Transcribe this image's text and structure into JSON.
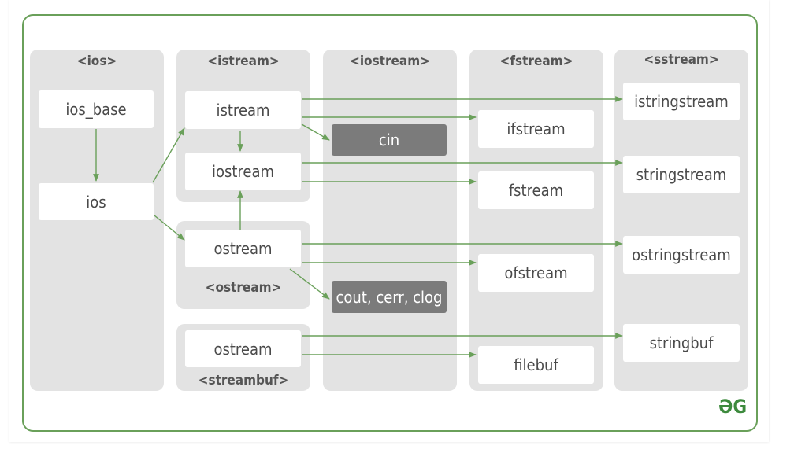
{
  "headers": {
    "ios": "<ios>",
    "istream": "<istream>",
    "iostream": "<iostream>",
    "fstream": "<fstream>",
    "sstream": "<sstream>",
    "ostream": "<ostream>",
    "streambuf": "<streambuf>"
  },
  "nodes": {
    "ios_base": "ios_base",
    "ios": "ios",
    "istream": "istream",
    "iostream": "iostream",
    "ostream": "ostream",
    "streambuf_ostream": "ostream",
    "ifstream": "ifstream",
    "fstream": "fstream",
    "ofstream": "ofstream",
    "filebuf": "filebuf",
    "istringstream": "istringstream",
    "stringstream": "stringstream",
    "ostringstream": "ostringstream",
    "stringbuf": "stringbuf"
  },
  "objects": {
    "cin": "cin",
    "cout": "cout, cerr, clog"
  },
  "colors": {
    "frame": "#6aa05a",
    "arrow": "#6aa05a",
    "column": "#e3e3e3",
    "object": "#7b7b7b"
  },
  "logo": {
    "icon": "gfg-logo-icon",
    "text": "ƏG"
  }
}
